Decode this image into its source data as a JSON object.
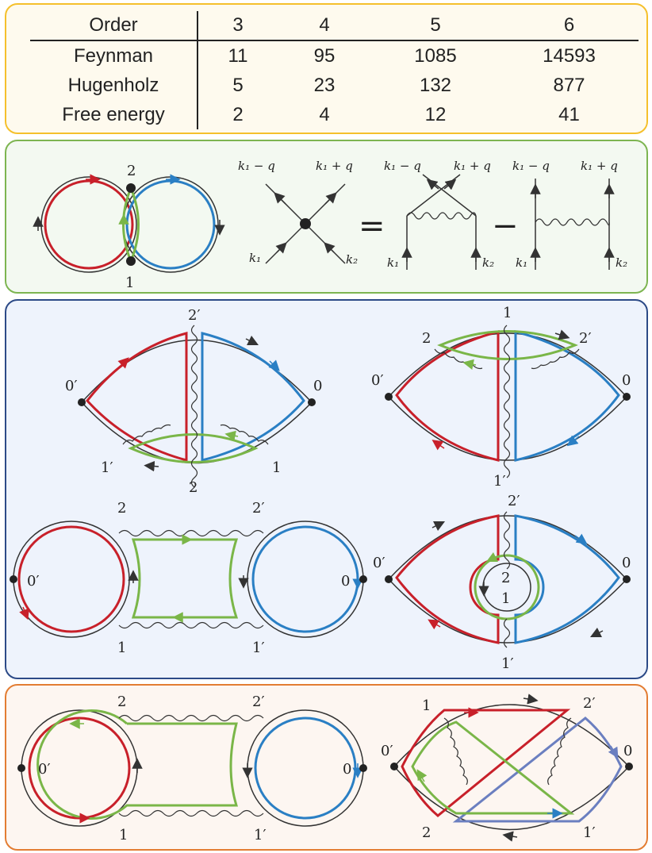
{
  "table": {
    "header": [
      "Order",
      "3",
      "4",
      "5",
      "6"
    ],
    "rows": [
      {
        "label": "Feynman",
        "values": [
          "11",
          "95",
          "1085",
          "14593"
        ]
      },
      {
        "label": "Hugenholz",
        "values": [
          "5",
          "23",
          "132",
          "877"
        ]
      },
      {
        "label": "Free energy",
        "values": [
          "2",
          "4",
          "12",
          "41"
        ]
      }
    ]
  },
  "colors": {
    "red": "#c8202a",
    "blue": "#2a7fc4",
    "green": "#7ab648",
    "black": "#333333",
    "slate": "#6b7fc0"
  },
  "vertex_diagram": {
    "left_labels": [
      "2",
      "1"
    ],
    "momenta": {
      "k1": "k₁",
      "k2": "k₂",
      "k1_minus_q": "k₁ − q",
      "k1_plus_q": "k₁ + q"
    },
    "equals": "=",
    "minus": "−"
  },
  "blue_panel": {
    "d1": [
      "2′",
      "0′",
      "0",
      "1′",
      "1",
      "2"
    ],
    "d2": [
      "1",
      "2",
      "2′",
      "0′",
      "0",
      "1′"
    ],
    "d3": [
      "2",
      "2′",
      "0′",
      "0",
      "1",
      "1′"
    ],
    "d4": [
      "2′",
      "0′",
      "0",
      "2",
      "1",
      "1′"
    ]
  },
  "orange_panel": {
    "d5": [
      "2",
      "2′",
      "0′",
      "0",
      "1",
      "1′"
    ],
    "d6": [
      "1",
      "2′",
      "0′",
      "0",
      "2",
      "1′"
    ]
  }
}
